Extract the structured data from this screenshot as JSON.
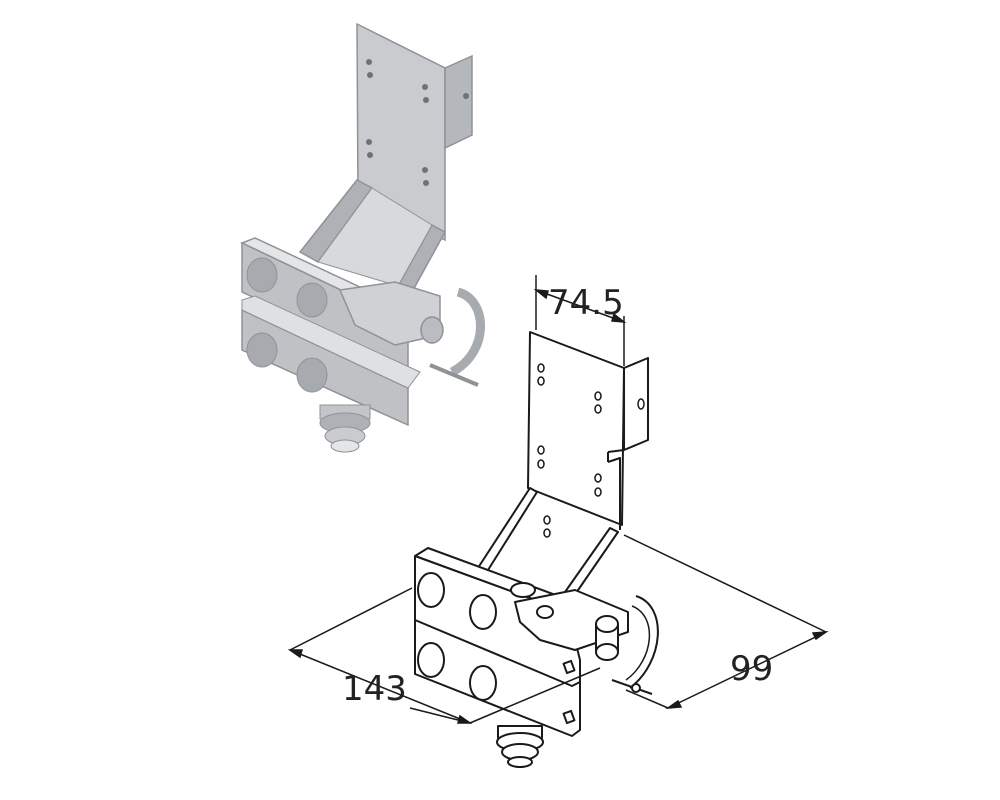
{
  "dimensions": {
    "width_label": "74.5",
    "length_label": "143",
    "depth_label": "99"
  },
  "colors": {
    "metal_fill": "#c9cbce",
    "metal_dark": "#9ea1a5",
    "metal_light": "#e4e5e7",
    "line": "#1a1a1a",
    "background": "#ffffff"
  }
}
